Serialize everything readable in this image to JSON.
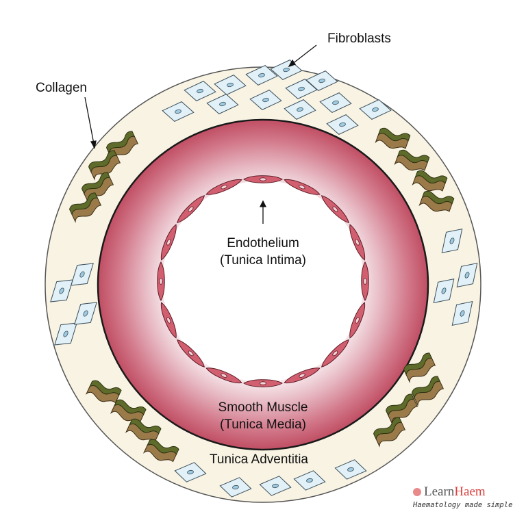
{
  "labels": {
    "fibroblasts": "Fibroblasts",
    "collagen": "Collagen",
    "endothelium_line1": "Endothelium",
    "endothelium_line2": "(Tunica Intima)",
    "smooth_muscle_line1": "Smooth Muscle",
    "smooth_muscle_line2": "(Tunica Media)",
    "adventitia": "Tunica Adventitia"
  },
  "logo": {
    "brand_part1": "Learn",
    "brand_part2": "Haem",
    "tagline": "Haematology made simple"
  },
  "colors": {
    "adventitia": "#f8f3e3",
    "media": "#c5566a",
    "endothelium": "#c64a5c",
    "collagen_brown": "#9b7a4a",
    "collagen_green": "#5f6b2a",
    "fibroblast": "#e2f0f7",
    "logo_accent": "#d9423f"
  }
}
